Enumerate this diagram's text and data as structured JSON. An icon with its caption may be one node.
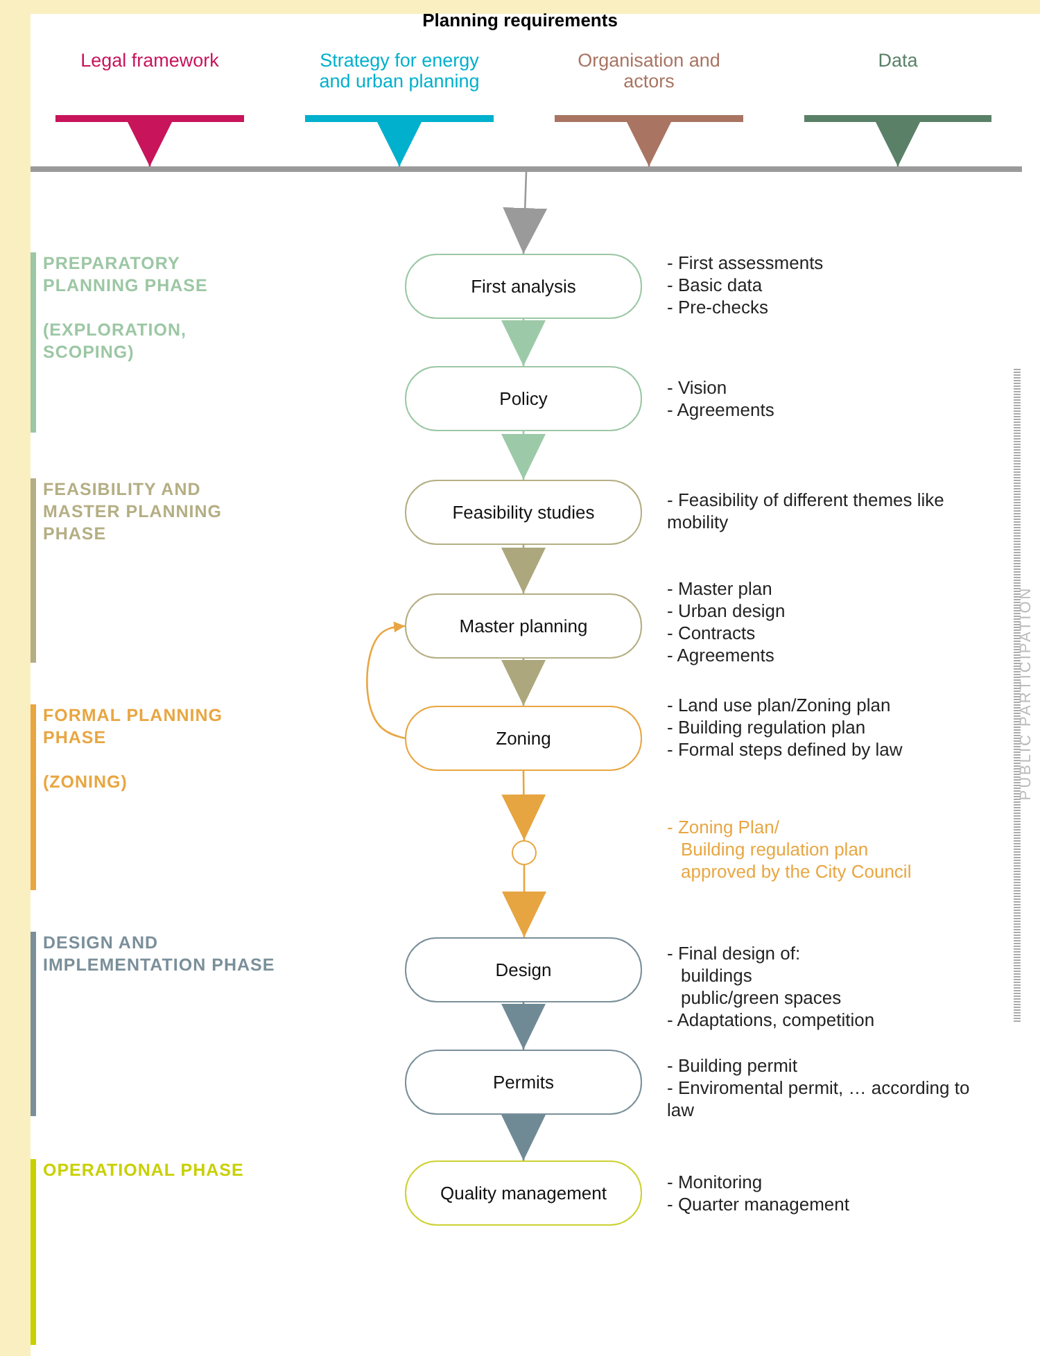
{
  "diagram": {
    "title": "Planning requirements",
    "nodes": [
      {
        "text": [
          "Legal framework"
        ]
      },
      {
        "text": [
          "Strategy for energy and urban planning"
        ]
      },
      {
        "text": [
          "Organisation and actors"
        ]
      },
      {
        "text": [
          "Data"
        ]
      },
      {
        "text": [],
        "shape": "bar"
      },
      {
        "text": [
          "PREPARATORY PLANNING PHASE",
          "(EXPLORATION, SCOPING)"
        ]
      },
      {
        "text": [
          "First analysis"
        ],
        "beside": [
          "- First assessments",
          "- Basic data",
          "- Pre-checks"
        ]
      },
      {
        "text": [
          "Policy"
        ],
        "beside": [
          "- Vision",
          "- Agreements"
        ]
      },
      {
        "text": [
          "FEASIBILITY AND MASTER PLANNING PHASE"
        ]
      },
      {
        "text": [
          "Feasibility studies"
        ],
        "beside": [
          "- Feasibility of different themes like mobility"
        ]
      },
      {
        "text": [
          "Master planning"
        ],
        "beside": [
          "- Master plan",
          "- Urban design",
          "- Contracts",
          "- Agreements"
        ]
      },
      {
        "text": [
          "FORMAL PLANNING PHASE",
          "(ZONING)"
        ]
      },
      {
        "text": [
          "Zoning"
        ],
        "beside": [
          "- Land use plan/Zoning plan",
          "- Building regulation plan",
          "- Formal steps defined by law"
        ]
      },
      {
        "text": [],
        "shape": "circle",
        "beside": [
          "- Zoning Plan/",
          "Building regulation plan",
          "approved by the City Council"
        ]
      },
      {
        "text": [
          "DESIGN AND IMPLEMENTATION PHASE"
        ]
      },
      {
        "text": [
          "Design"
        ],
        "beside": [
          "- Final design of:",
          "buildings",
          "public/green spaces",
          "- Adaptations, competition"
        ]
      },
      {
        "text": [
          "Permits"
        ],
        "beside": [
          "- Building permit",
          "- Enviromental permit, … according to law"
        ]
      },
      {
        "text": [
          "OPERATIONAL PHASE"
        ]
      },
      {
        "text": [
          "Quality management"
        ],
        "beside": [
          "- Monitoring",
          "- Quarter management"
        ]
      }
    ],
    "edges": [
      {
        "from": 0,
        "to": 4,
        "arrow": "to",
        "color": "#c8145a"
      },
      {
        "from": 1,
        "to": 4,
        "arrow": "to",
        "color": "#00b0cc"
      },
      {
        "from": 2,
        "to": 4,
        "arrow": "to",
        "color": "#a97462"
      },
      {
        "from": 3,
        "to": 4,
        "arrow": "to",
        "color": "#5a8068"
      },
      {
        "from": 4,
        "to": 6,
        "arrow": "to",
        "color": "#9a9a9a"
      },
      {
        "from": 6,
        "to": 7,
        "arrow": "to",
        "color": "#9ccaa8"
      },
      {
        "from": 7,
        "to": 9,
        "arrow": "to",
        "color": "#9ccaa8"
      },
      {
        "from": 9,
        "to": 10,
        "arrow": "to",
        "color": "#aca77c"
      },
      {
        "from": 10,
        "to": 12,
        "arrow": "to",
        "color": "#aca77c"
      },
      {
        "from": 12,
        "to": 10,
        "arrow": "to",
        "color": "#e8a642"
      },
      {
        "from": 12,
        "to": 13,
        "arrow": "to",
        "color": "#e6a541"
      },
      {
        "from": 13,
        "to": 15,
        "arrow": "to",
        "color": "#e6a541"
      },
      {
        "from": 15,
        "to": 16,
        "arrow": "to",
        "color": "#6f8a95"
      },
      {
        "from": 16,
        "to": 18,
        "arrow": "to",
        "color": "#6f8a95"
      }
    ],
    "labels": [
      "PUBLIC PARTICIPATION"
    ]
  }
}
